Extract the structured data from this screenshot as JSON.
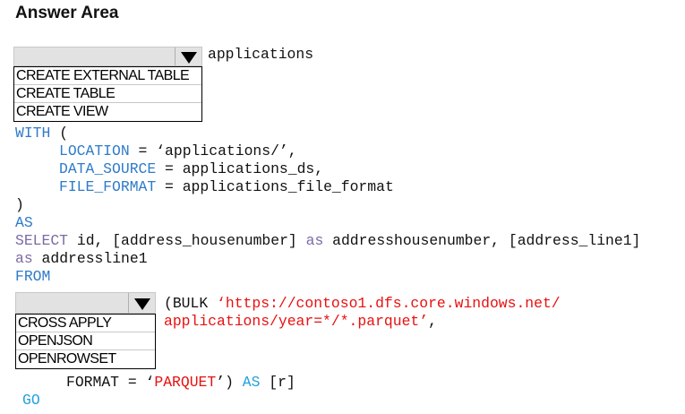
{
  "title": "Answer Area",
  "dropdown1": {
    "selected": "",
    "options": [
      "CREATE EXTERNAL TABLE",
      "CREATE TABLE",
      "CREATE VIEW"
    ]
  },
  "dropdown2": {
    "selected": "",
    "options": [
      "CROSS APPLY",
      "OPENJSON",
      "OPENROWSET"
    ]
  },
  "code": {
    "l0": "applications",
    "l1_kw": "WITH",
    "l1_rest": " (",
    "l2_kw": "LOCATION",
    "l2_rest": " = ‘applications/’,",
    "l3_kw": "DATA_SOURCE",
    "l3_rest": " = applications_ds,",
    "l4_kw": "FILE_FORMAT",
    "l4_rest": " = applications_file_format",
    "l5": ")",
    "l6": "AS",
    "l7_kw": "SELECT",
    "l7_a": " id, [address_housenumber] ",
    "l7_as": "as",
    "l7_b": " addresshousenumber, [address_line1]",
    "l8_as": "as",
    "l8_rest": " addressline1",
    "l9": "FROM",
    "l10_a": "(BULK ",
    "l10_str": "‘https://contoso1.dfs.core.windows.net/",
    "l11_str": "applications/year=*/*.parquet’",
    "l11_rest": ",",
    "l12_a": "FORMAT = ‘",
    "l12_str": "PARQUET",
    "l12_b": "’) ",
    "l12_as": "AS",
    "l12_c": " [r]",
    "l13": "GO"
  },
  "colors": {
    "keyword": "#2f7bc9",
    "alias": "#7d6aa6",
    "string": "#e81010",
    "batch": "#22a0e0"
  }
}
